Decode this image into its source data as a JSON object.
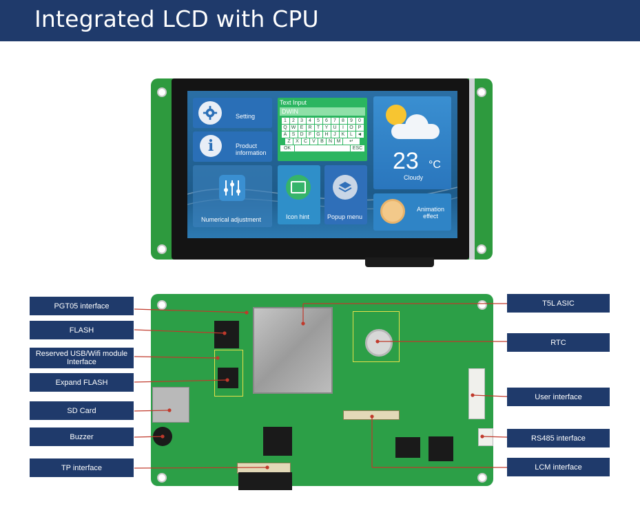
{
  "header": {
    "title": "Integrated LCD with CPU"
  },
  "screen": {
    "setting": "Setting",
    "product": "Product information",
    "text_input_title": "Text Input",
    "text_input_value": "DWIN",
    "keys_row1": [
      "1",
      "2",
      "3",
      "4",
      "5",
      "6",
      "7",
      "8",
      "9",
      "0"
    ],
    "keys_row2": [
      "Q",
      "W",
      "E",
      "R",
      "T",
      "Y",
      "U",
      "I",
      "O",
      "P"
    ],
    "keys_row3": [
      "A",
      "S",
      "D",
      "F",
      "G",
      "H",
      "J",
      "K",
      "L",
      "◄"
    ],
    "keys_row4": [
      "Z",
      "X",
      "C",
      "V",
      "B",
      "N",
      "M",
      "↵ Enter"
    ],
    "key_ok": "OK",
    "key_esc": "ESC",
    "temperature": "23",
    "temp_unit": "°C",
    "condition": "Cloudy",
    "numerical": "Numerical adjustment",
    "icon_hint": "Icon hint",
    "popup_menu": "Popup menu",
    "animation": "Animation effect"
  },
  "board": {
    "labels_left": [
      "PGT05 interface",
      "FLASH",
      "Reserved USB/Wifi module Interface",
      "Expand FLASH",
      "SD Card",
      "Buzzer",
      "TP interface"
    ],
    "labels_right": [
      "T5L ASIC",
      "RTC",
      "User interface",
      "RS485 interface",
      "LCM interface"
    ]
  },
  "colors": {
    "header_bg": "#1f3a6b",
    "pcb": "#2e9a3e",
    "label_bg": "#1f3a6b"
  }
}
